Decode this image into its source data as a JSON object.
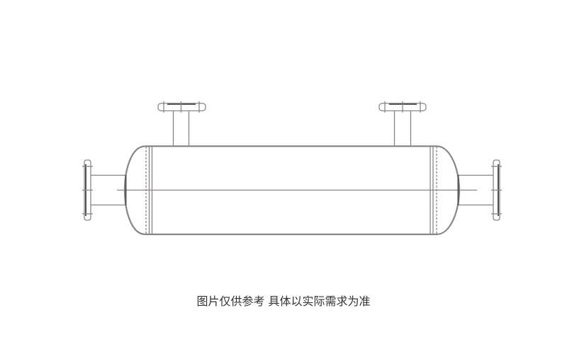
{
  "diagram": {
    "subject": "horizontal shell-and-tube heat exchanger",
    "components": [
      {
        "name": "shell",
        "type": "cylinder"
      },
      {
        "name": "left-head",
        "type": "elliptical-head"
      },
      {
        "name": "right-head",
        "type": "elliptical-head"
      },
      {
        "name": "top-left-nozzle",
        "type": "flanged-nozzle"
      },
      {
        "name": "top-right-nozzle",
        "type": "flanged-nozzle"
      },
      {
        "name": "left-end-nozzle",
        "type": "flanged-nozzle"
      },
      {
        "name": "right-end-nozzle",
        "type": "flanged-nozzle"
      },
      {
        "name": "centerline",
        "type": "axis"
      }
    ],
    "colors": {
      "line": "#8a8582",
      "line_dark": "#555050",
      "background": "#ffffff",
      "caption": "#333333"
    }
  },
  "caption": {
    "text": "图片仅供参考 具体以实际需求为准"
  }
}
